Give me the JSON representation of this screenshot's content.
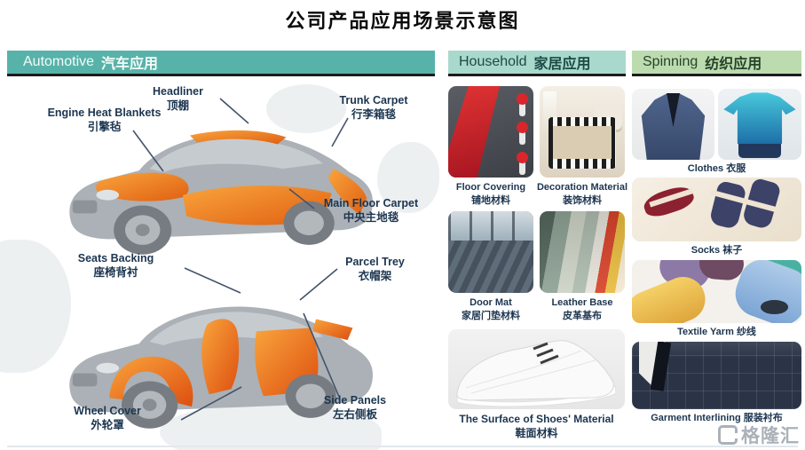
{
  "title": "公司产品应用场景示意图",
  "colors": {
    "automotive_header_bg": "#57b3a9",
    "household_header_bg": "#a9d8cc",
    "spinning_header_bg": "#bcdcb0",
    "header_dark_text": "#1c4b46",
    "spinning_header_text": "#28422a",
    "label_text": "#1c3550",
    "highlight_orange": "#f7941d",
    "highlight_orange_deep": "#e05f12",
    "car_body_gray": "#abb1b6"
  },
  "sections": {
    "automotive": {
      "header_en": "Automotive",
      "header_zh": "汽车应用",
      "labels": [
        {
          "en": "Headliner",
          "zh": "顶棚"
        },
        {
          "en": "Engine Heat Blankets",
          "zh": "引擎毡"
        },
        {
          "en": "Trunk Carpet",
          "zh": "行李箱毯"
        },
        {
          "en": "Main Floor Carpet",
          "zh": "中央主地毯"
        },
        {
          "en": "Seats Backing",
          "zh": "座椅背衬"
        },
        {
          "en": "Parcel Trey",
          "zh": "衣帽架"
        },
        {
          "en": "Side Panels",
          "zh": "左右侧板"
        },
        {
          "en": "Wheel Cover",
          "zh": "外轮罩"
        }
      ]
    },
    "household": {
      "header_en": "Household",
      "header_zh": "家居应用",
      "items": [
        {
          "en": "Floor Covering",
          "zh": "铺地材料"
        },
        {
          "en": "Decoration Material",
          "zh": "装饰材料"
        },
        {
          "en": "Door Mat",
          "zh": "家居门垫材料"
        },
        {
          "en": "Leather Base",
          "zh": "皮革基布"
        },
        {
          "en": "The Surface of Shoes' Material",
          "zh": "鞋面材料"
        }
      ]
    },
    "spinning": {
      "header_en": "Spinning",
      "header_zh": "纺织应用",
      "items": [
        {
          "en": "Clothes",
          "zh": "衣服"
        },
        {
          "en": "Socks",
          "zh": "袜子"
        },
        {
          "en": "Textile Yarm",
          "zh": "纱线"
        },
        {
          "en": "Garment Interlining",
          "zh": "服装衬布"
        }
      ]
    }
  },
  "watermark": {
    "text": "格隆汇"
  }
}
